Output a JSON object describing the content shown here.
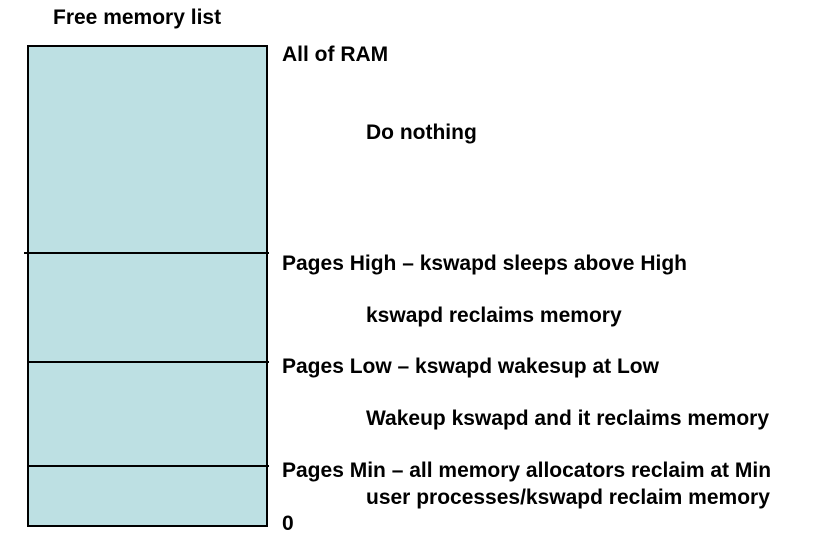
{
  "title": "Free memory list",
  "colors": {
    "block_fill": "#bde0e3",
    "line": "#000000"
  },
  "levels": {
    "all_of_ram": "All of RAM",
    "do_nothing": "Do nothing",
    "pages_high": "Pages High – kswapd sleeps above High",
    "kswapd_reclaims": "kswapd reclaims memory",
    "pages_low": "Pages Low – kswapd wakesup at Low",
    "wakeup_kswapd": "Wakeup kswapd and it reclaims memory",
    "pages_min": "Pages Min – all memory allocators reclaim at Min",
    "user_processes": "user processes/kswapd reclaim memory",
    "zero": "0"
  }
}
